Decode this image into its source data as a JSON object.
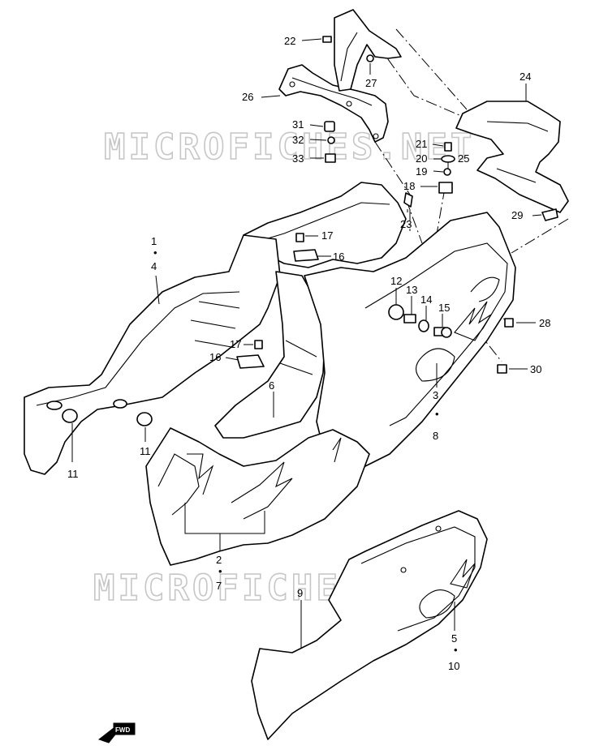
{
  "watermark": "MICROFICHES.NET",
  "fwd_label": "FWD",
  "dot": "•",
  "labels": {
    "l1": "1",
    "l4": "4",
    "l2": "2",
    "l7": "7",
    "l3": "3",
    "l8": "8",
    "l5": "5",
    "l10": "10",
    "l6": "6",
    "l9": "9",
    "l11a": "11",
    "l11b": "11",
    "l12": "12",
    "l13": "13",
    "l14": "14",
    "l15": "15",
    "l16a": "16",
    "l16b": "16",
    "l17a": "17",
    "l17b": "17",
    "l18": "18",
    "l19": "19",
    "l20": "20",
    "l21": "21",
    "l22": "22",
    "l23": "23",
    "l24": "24",
    "l25": "25",
    "l26": "26",
    "l27": "27",
    "l28": "28",
    "l29": "29",
    "l30": "30",
    "l31": "31",
    "l32": "32",
    "l33": "33"
  }
}
